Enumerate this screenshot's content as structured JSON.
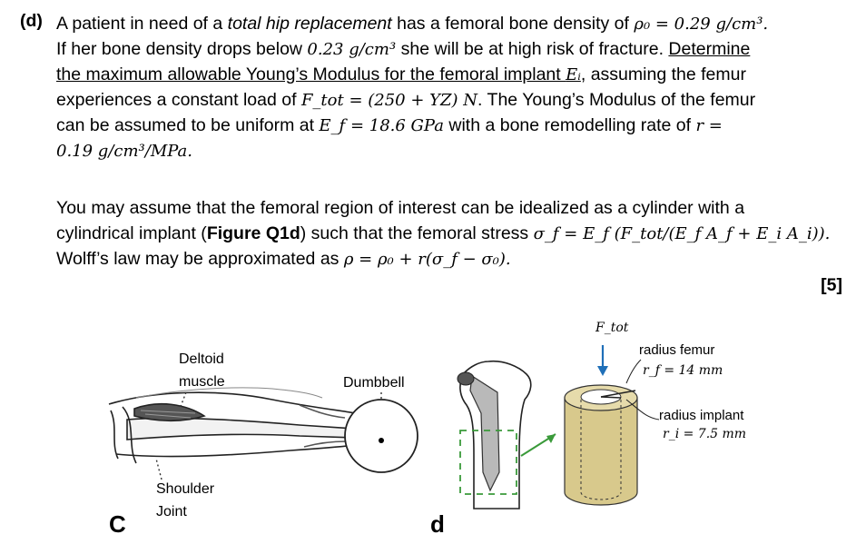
{
  "question": {
    "tag": "(d)",
    "p1": {
      "l1_a": "A patient in need of a ",
      "l1_b": "total hip replacement",
      "l1_c": " has a femoral bone density of ",
      "l1_math": "ρ₀ = 0.29 g/cm³.",
      "l2_a": "If her bone density drops below ",
      "l2_math": "0.23 g/cm³",
      "l2_b": " she will be at high risk of fracture. ",
      "l2_u": "Determine",
      "l3_u": "the maximum allowable Young’s Modulus for the femoral implant ",
      "l3_math": "Eᵢ",
      "l3_b": ", assuming the femur",
      "l4_a": "experiences a constant load of ",
      "l4_math": "F_tot = (250 + YZ) N",
      "l4_b": ". The Young’s Modulus of the femur",
      "l5_a": "can be assumed to be uniform at ",
      "l5_math": "E_f = 18.6 GPa",
      "l5_b": " with a bone remodelling rate of ",
      "l5_math2": "r =",
      "l6_math": "0.19 g/cm³/MPa."
    },
    "p2": {
      "l1": "You may assume that the femoral region of interest can be idealized as a cylinder with a",
      "l2_a": "cylindrical implant (",
      "l2_b": "Figure Q1d",
      "l2_c": ") such that the femoral stress ",
      "l2_math": "σ_f = E_f (F_tot/(E_f A_f + E_i A_i)).",
      "l3_a": "Wolff’s law may be approximated as ",
      "l3_math": "ρ = ρ₀ + r(σ_f − σ₀)."
    },
    "marks": "[5]"
  },
  "figure": {
    "panel_c": "C",
    "panel_d": "d",
    "deltoid_1": "Deltoid",
    "deltoid_2": "muscle",
    "dumbbell": "Dumbbell",
    "shoulder_1": "Shoulder",
    "shoulder_2": "Joint",
    "ftot": "F_tot",
    "radius_femur": "radius femur",
    "rf_value": "r_f = 14 mm",
    "radius_implant": "radius implant",
    "ri_value": "r_i = 7.5 mm",
    "colors": {
      "cylinder_fill": "#d8c98c",
      "cylinder_top": "#e6dbab",
      "arrow_blue": "#1f6fb8",
      "arrow_green": "#3a9a3a"
    }
  }
}
